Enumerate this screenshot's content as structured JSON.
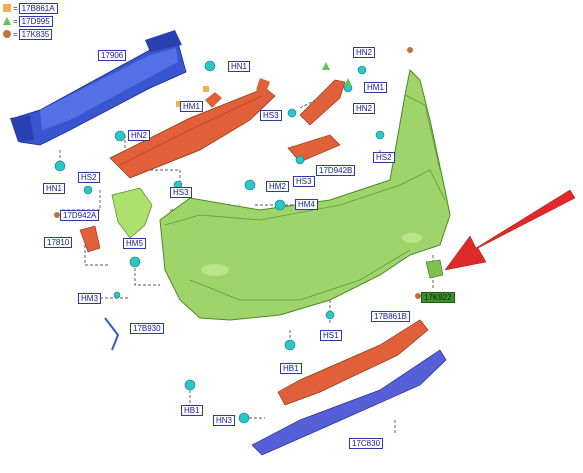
{
  "legend": [
    {
      "symbol": "square-orange",
      "code": "17B861A",
      "color": "#f0b050"
    },
    {
      "symbol": "triangle-green",
      "code": "17D995",
      "color": "#5cc65c"
    },
    {
      "symbol": "circle-brown",
      "code": "17K835",
      "color": "#c0703a"
    }
  ],
  "labels": {
    "l17906": "17906",
    "hn1_top": "HN1",
    "hn2_top": "HN2",
    "hm1_right": "HM1",
    "hm1_mid": "HM1",
    "hn2_mid": "HN2",
    "hs3_top": "HS3",
    "hn2_left": "HN2",
    "hs2_right": "HS2",
    "d942b": "17D942B",
    "hs3_mid": "HS3",
    "hn1_left": "HN1",
    "hs2_left": "HS2",
    "hm2": "HM2",
    "hm4": "HM4",
    "d942a": "17D942A",
    "l17810": "17810",
    "hm5": "HM5",
    "k922": "17K922",
    "hm3": "HM3",
    "b930": "17B930",
    "b861b": "17B861B",
    "hs1": "HS1",
    "hb1_mid": "HB1",
    "hb1_bottom": "HB1",
    "hn3": "HN3",
    "c830": "17C830"
  },
  "colors": {
    "bumper": "#9fd46a",
    "beam": "#3a55d0",
    "bracket": "#e0603a",
    "lower_trim": "#5560d8",
    "clip": "#2cc6c6",
    "arrow": "#e02a2a"
  }
}
